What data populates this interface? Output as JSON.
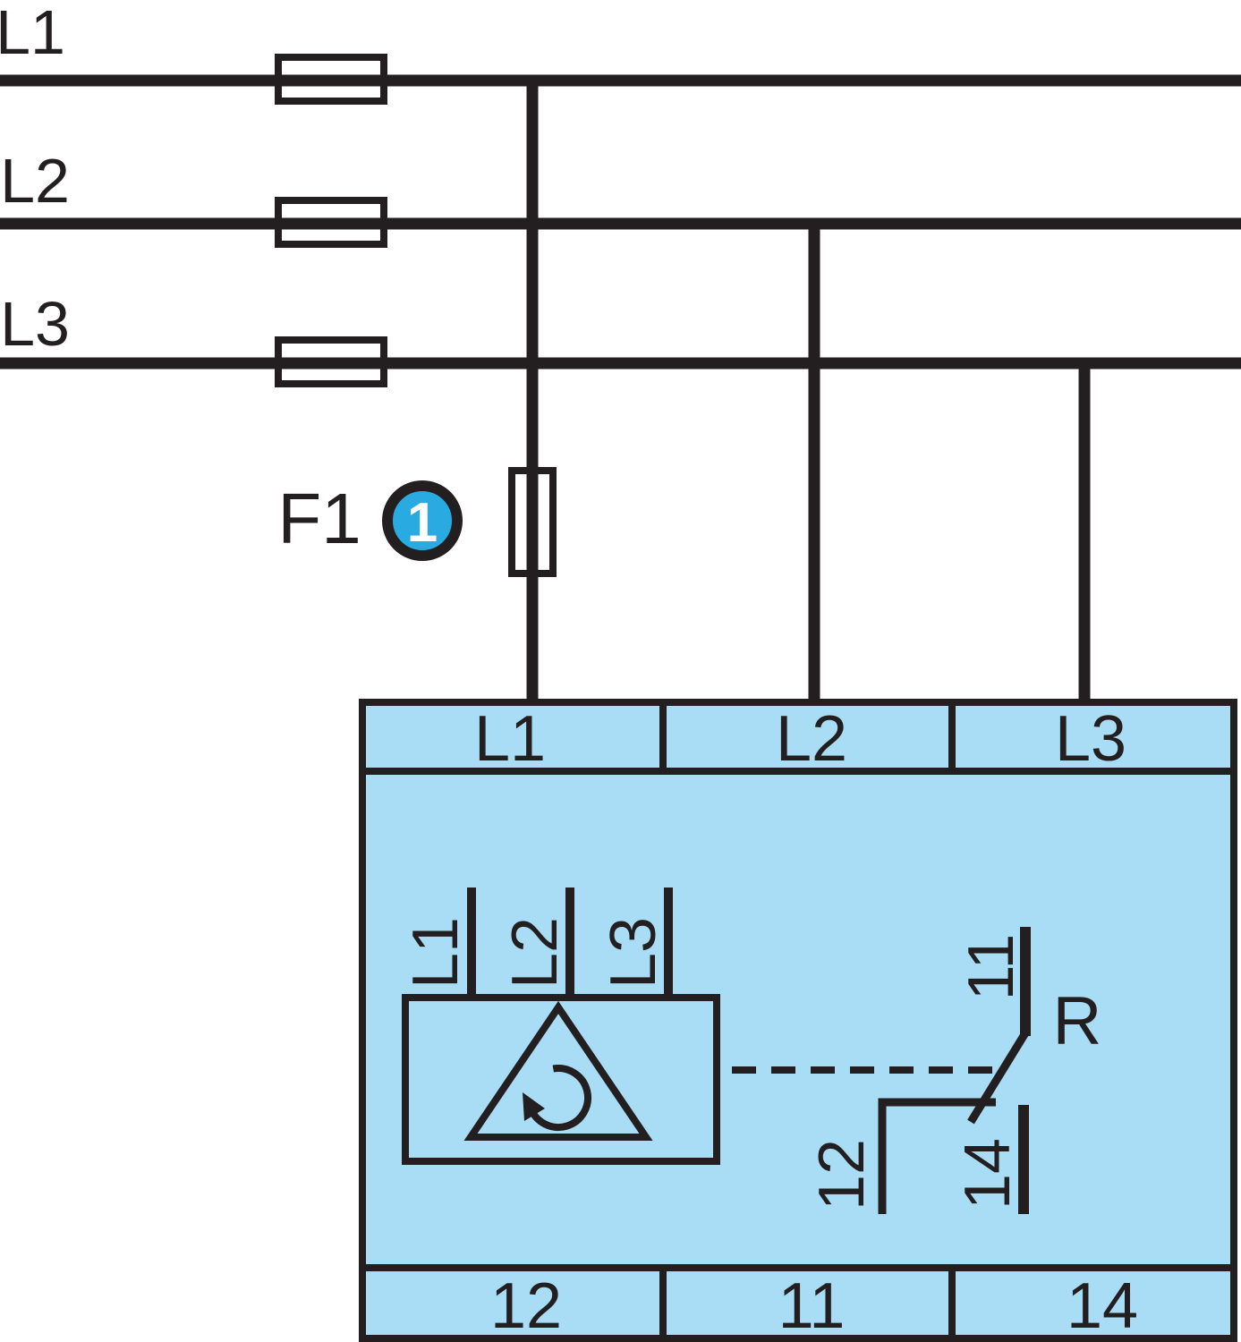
{
  "colors": {
    "ink": "#231F20",
    "device_fill": "#A9DCF5",
    "badge_fill": "#29ABE2",
    "badge_text": "#FFFFFF",
    "background": "#FFFFFF"
  },
  "supply": {
    "lines": [
      {
        "label": "L1"
      },
      {
        "label": "L2"
      },
      {
        "label": "L3"
      }
    ]
  },
  "fuse": {
    "label": "F1",
    "callout": "1"
  },
  "device": {
    "top_terminals": [
      {
        "label": "L1"
      },
      {
        "label": "L2"
      },
      {
        "label": "L3"
      }
    ],
    "monitor_inputs": [
      {
        "label": "L1"
      },
      {
        "label": "L2"
      },
      {
        "label": "L3"
      }
    ],
    "relay": {
      "label": "R",
      "common": "11",
      "nc": "12",
      "no": "14"
    },
    "bottom_terminals": [
      {
        "label": "12"
      },
      {
        "label": "11"
      },
      {
        "label": "14"
      }
    ]
  }
}
